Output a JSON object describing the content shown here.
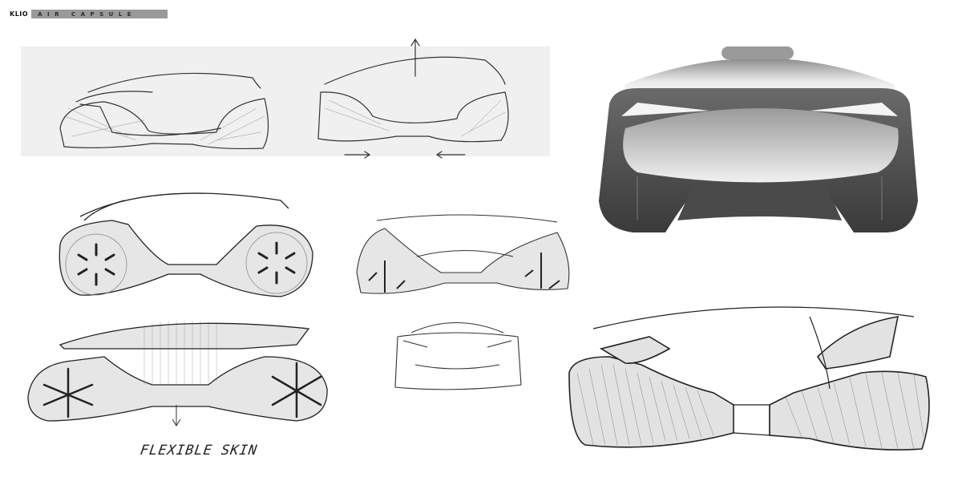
{
  "header": {
    "brand": "KLIO",
    "title": "AIR CAPSULE",
    "title_bar_color": "#9a9a9a"
  },
  "panel": {
    "background_color": "#f0f0f0",
    "sketches": [
      {
        "name": "side-view-closed",
        "description": "side view sketch, canopy closed"
      },
      {
        "name": "side-view-opening",
        "description": "side view sketch with canopy lifting (up arrow) and body contracting (inward arrows)"
      }
    ]
  },
  "sketches": [
    {
      "name": "side-view-wheels-visible",
      "description": "side view with rotor wheels"
    },
    {
      "name": "three-quarter-view",
      "description": "front three-quarter sketch"
    },
    {
      "name": "expanded-side-view",
      "description": "side view with expanded skin and down arrow"
    },
    {
      "name": "front-view-small",
      "description": "small front view sketch"
    },
    {
      "name": "rendered-front-view",
      "description": "grayscale rendered front view"
    },
    {
      "name": "large-three-quarter-view",
      "description": "large hatched front three-quarter sketch"
    }
  ],
  "annotations": {
    "caption": "FLEXIBLE SKIN"
  }
}
